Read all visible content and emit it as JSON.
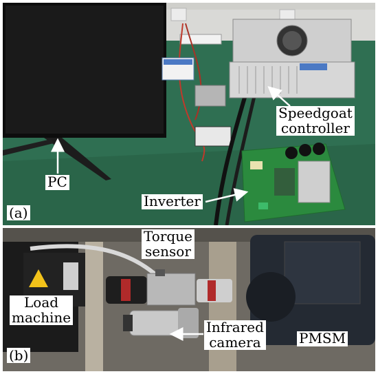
{
  "panel_a": {
    "tag": "(a)",
    "labels": {
      "pc": "PC",
      "speedgoat_line1": "Speedgoat",
      "speedgoat_line2": "controller",
      "inverter": "Inverter"
    }
  },
  "panel_b": {
    "tag": "(b)",
    "labels": {
      "torque_line1": "Torque",
      "torque_line2": "sensor",
      "load_line1": "Load",
      "load_line2": "machine",
      "infrared_line1": "Infrared",
      "infrared_line2": "camera",
      "pmsm": "PMSM"
    }
  },
  "colors": {
    "floor": "#2f6f52",
    "monitor": "#111111",
    "pcb": "#2b8a3e",
    "arrow": "#ffffff"
  }
}
